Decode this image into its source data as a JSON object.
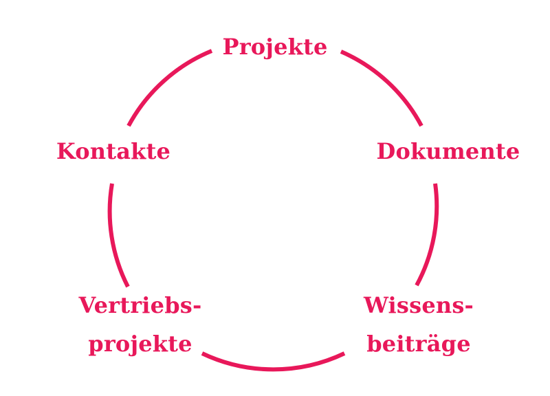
{
  "diagram": {
    "accent_color": "#e8185a",
    "nodes": [
      {
        "id": "projekte",
        "lines": [
          "Projekte"
        ]
      },
      {
        "id": "dokumente",
        "lines": [
          "Dokumente"
        ]
      },
      {
        "id": "wissen",
        "lines": [
          "Wissens-",
          "beiträge"
        ]
      },
      {
        "id": "vertrieb",
        "lines": [
          "Vertriebs-",
          "projekte"
        ]
      },
      {
        "id": "kontakte",
        "lines": [
          "Kontakte"
        ]
      }
    ]
  }
}
